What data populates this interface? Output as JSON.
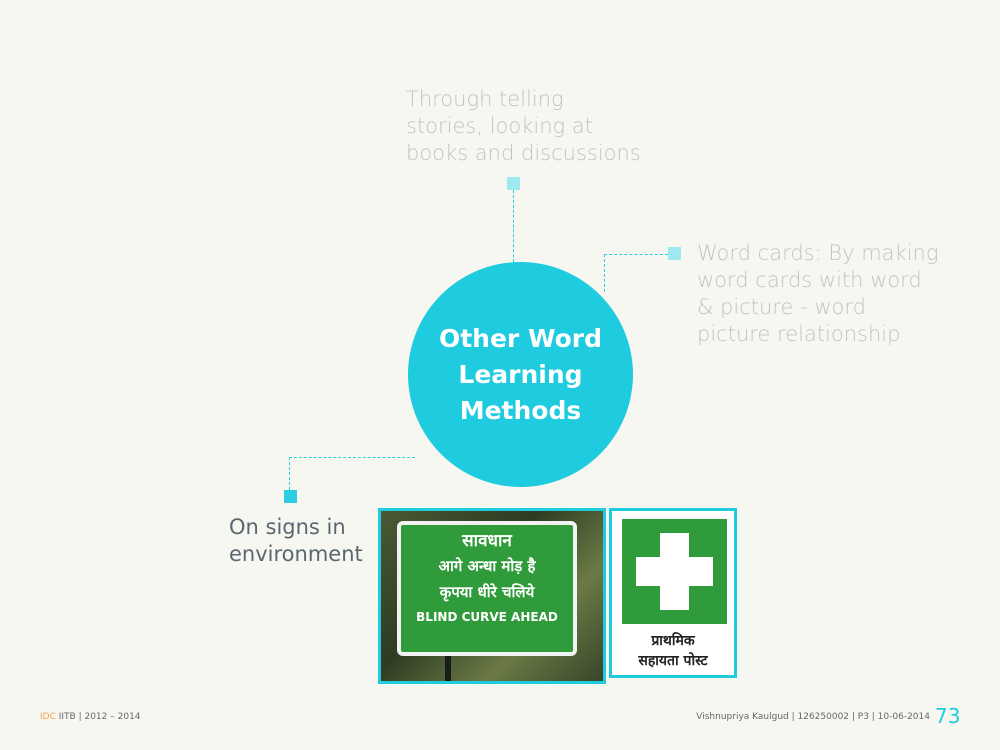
{
  "center": {
    "title": "Other Word\nLearning\nMethods"
  },
  "branches": {
    "top": "Through telling stories, looking at books and discussions",
    "right": "Word cards: By making word cards with word & picture - word picture relationship",
    "left": "On signs in environment"
  },
  "images": {
    "road_sign": {
      "lines": [
        "सावधान",
        "आगे अन्धा मोड़ है",
        "कृपया धीरे चलिये",
        "BLIND CURVE AHEAD"
      ]
    },
    "first_aid_sign": {
      "lines": [
        "प्राथमिक",
        "सहायता पोस्ट"
      ]
    }
  },
  "footer": {
    "org": "IDC",
    "left_text": "IITB | 2012 – 2014",
    "right_text": "Vishnupriya Kaulgud | 126250002 | P3 | 10-06-2014",
    "page_number": "73"
  },
  "colors": {
    "accent": "#1fcbdf",
    "background": "#f7f7f2",
    "sign_green": "#2f9b3a",
    "footer_org": "#f2a24a"
  }
}
